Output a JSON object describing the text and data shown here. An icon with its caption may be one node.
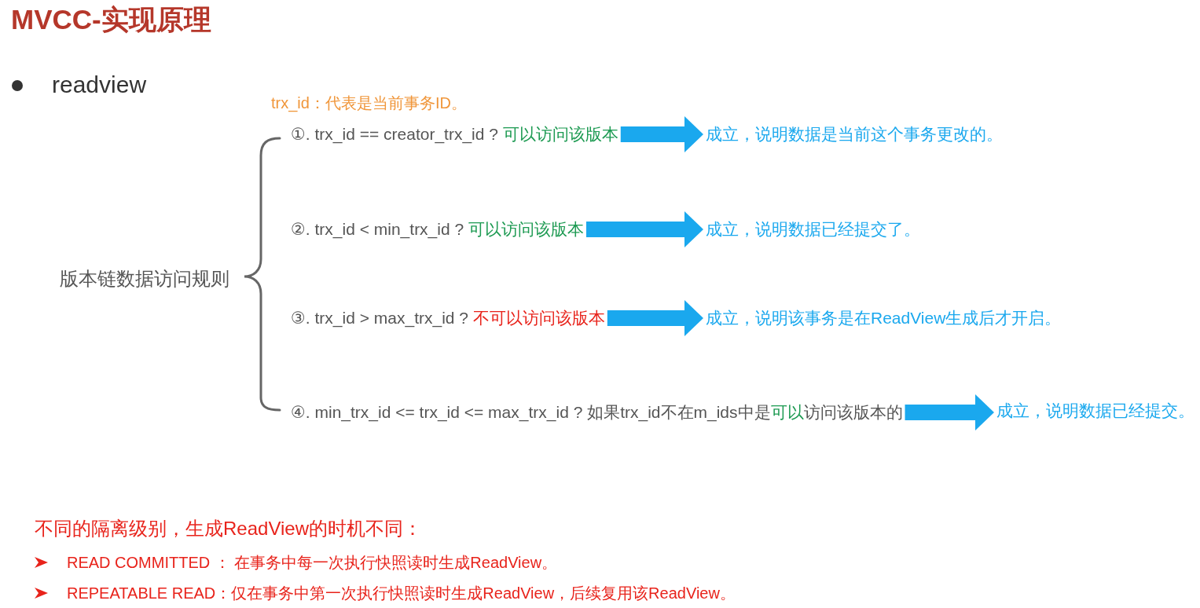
{
  "diagram": {
    "title": "MVCC-实现原理",
    "nodes": [
      {
        "text": [
          "①. trx_id == creator_trx_id ? **可以访问该版本**"
        ]
      },
      {
        "text": [
          "成立，说明数据是当前这个事务更改的。"
        ]
      },
      {
        "text": [
          "②. trx_id < min_trx_id ? **可以访问该版本**"
        ]
      },
      {
        "text": [
          "成立，说明数据已经提交了。"
        ]
      },
      {
        "text": [
          "③. trx_id > max_trx_id ? **不可以访问该版本**"
        ]
      },
      {
        "text": [
          "成立，说明该事务是在ReadView生成后才开启。"
        ]
      },
      {
        "text": [
          "④. min_trx_id <= trx_id <= max_trx_id ? 如果trx_id不在m_ids中是**可以**访问该版本的"
        ]
      },
      {
        "text": [
          "成立，说明数据已经提交。"
        ]
      }
    ],
    "edges": [
      {
        "from": 0,
        "to": 1,
        "arrow": "to"
      },
      {
        "from": 2,
        "to": 3,
        "arrow": "to"
      },
      {
        "from": 4,
        "to": 5,
        "arrow": "to"
      },
      {
        "from": 6,
        "to": 7,
        "arrow": "to"
      }
    ],
    "labels": [
      "readview",
      "trx_id：代表是当前事务ID。",
      "版本链数据访问规则",
      "不同的隔离级别，生成ReadView的时机不同：",
      "READ COMMITTED ： 在事务中每一次执行快照读时生成ReadView。",
      "REPEATABLE READ：仅在事务中第一次执行快照读时生成ReadView，后续复用该ReadView。"
    ]
  }
}
